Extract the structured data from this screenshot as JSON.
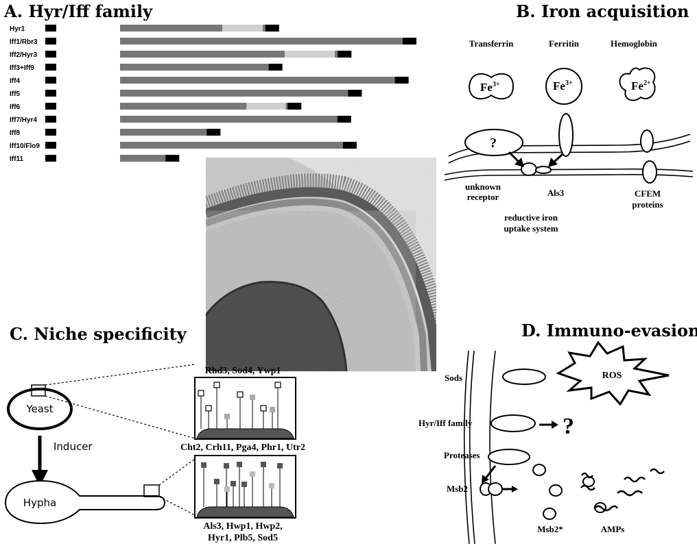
{
  "panelA": {
    "title": "A. Hyr/Iff family",
    "rows": [
      {
        "name": "Hyr1",
        "end": 0.63,
        "light": [
          0.477,
          0.586
        ]
      },
      {
        "name": "Iff1/Rbr3",
        "end": 1.0,
        "light": null
      },
      {
        "name": "Iff2/Hyr3",
        "end": 0.825,
        "light": [
          0.645,
          0.78
        ]
      },
      {
        "name": "Iff3+Iff9",
        "end": 0.639,
        "light": null
      },
      {
        "name": "Iff4",
        "end": 0.979,
        "light": null
      },
      {
        "name": "Iff5",
        "end": 0.853,
        "light": null
      },
      {
        "name": "Iff6",
        "end": 0.69,
        "light": [
          0.542,
          0.648
        ]
      },
      {
        "name": "Iff7/Hyr4",
        "end": 0.824,
        "light": null
      },
      {
        "name": "Iff8",
        "end": 0.472,
        "light": null
      },
      {
        "name": "Iff10/Flo9",
        "end": 0.839,
        "light": null
      },
      {
        "name": "Iff11",
        "end": 0.361,
        "light": null
      }
    ]
  },
  "panelB": {
    "title": "B. Iron acquisition",
    "transferrin": "Transferrin",
    "ferritin": "Ferritin",
    "hemoglobin": "Hemoglobin",
    "fe3": "Fe",
    "fe3_sup": "3+",
    "fe2": "Fe",
    "fe2_sup": "2+",
    "unknown_q": "?",
    "unknown_1": "unknown",
    "unknown_2": "receptor",
    "als3": "Als3",
    "cfem_1": "CFEM",
    "cfem_2": "proteins",
    "reductive_1": "reductive iron",
    "reductive_2": "uptake system"
  },
  "panelC": {
    "title": "C. Niche specificity",
    "yeast": "Yeast",
    "inducer": "Inducer",
    "hypha": "Hypha",
    "top_label": "Rhd3, Sod4, Ywp1",
    "mid_label": "Cht2, Crh11, Pga4, Phr1, Utr2",
    "bot_label_1": "Als3, Hwp1, Hwp2,",
    "bot_label_2": "Hyr1, Plb5, Sod5"
  },
  "panelD": {
    "title": "D. Immuno-evasion",
    "sods": "Sods",
    "ros": "ROS",
    "hyr_family": "Hyr/Iff family",
    "question": "?",
    "proteases": "Proteases",
    "msb2": "Msb2",
    "msb2_star": "Msb2*",
    "amps": "AMPs"
  },
  "micrograph": {
    "alt": "electron micrograph"
  }
}
